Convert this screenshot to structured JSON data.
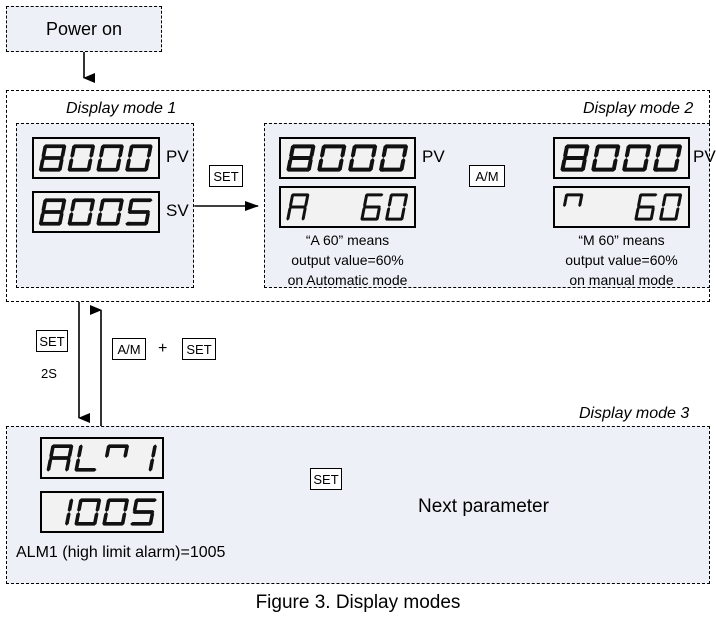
{
  "figure": {
    "caption": "Figure 3. Display modes",
    "start_label": "Power on"
  },
  "colors": {
    "panel_fill": "#edf0f7",
    "display_fill": "#f2f2f2",
    "stroke": "#000000",
    "page_bg": "#ffffff"
  },
  "modes": {
    "mode1": {
      "title": "Display mode 1",
      "pv_value": "800.0",
      "pv_label": "PV",
      "sv_value": "800.5",
      "sv_label": "SV"
    },
    "mode2": {
      "title": "Display mode 2",
      "auto": {
        "pv_value": "800.0",
        "pv_label": "PV",
        "out_value": "A  60",
        "note_line1": "“A 60” means",
        "note_line2": "output value=60%",
        "note_line3": "on Automatic mode"
      },
      "manual": {
        "pv_value": "800.0",
        "pv_label": "PV",
        "out_value": "M  60",
        "note_line1": "“M 60” means",
        "note_line2": "output value=60%",
        "note_line3": "on manual mode"
      }
    },
    "mode3": {
      "title": "Display mode 3",
      "param_name": "ALM1",
      "param_value": "1005",
      "description": "ALM1 (high limit alarm)=1005",
      "next_label": "Next parameter"
    }
  },
  "keys": {
    "set": "SET",
    "am": "A/M",
    "plus": "+",
    "hold_2s": "2S",
    "set_mode1_to_mode2": "SET",
    "set_auto_to_manual": "A/M",
    "set_down_to_mode3": "SET",
    "set_next_param": "SET"
  }
}
